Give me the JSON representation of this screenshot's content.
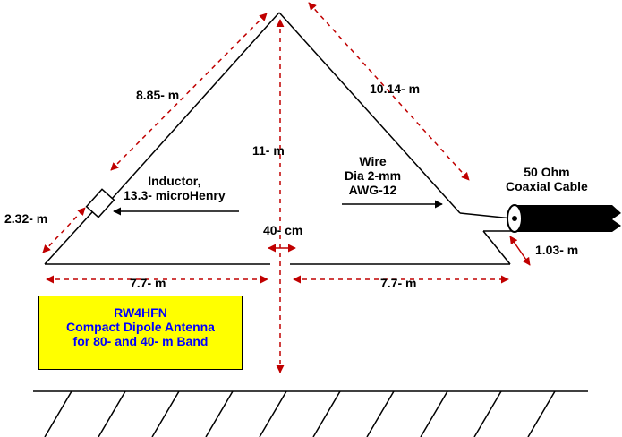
{
  "colors": {
    "wire": "#000000",
    "dimension": "#c00000",
    "title_box_fill": "#ffff00",
    "title_text": "#0000ff"
  },
  "labels": {
    "left_upper_wire": "8.85- m",
    "right_upper_wire": "10.14- m",
    "height": "11- m",
    "inductor_line1": "Inductor,",
    "inductor_line2": "13.3- microHenry",
    "wire_line1": "Wire",
    "wire_line2": "Dia 2-mm",
    "wire_line3": "AWG-12",
    "coax_line1": "50 Ohm",
    "coax_line2": "Coaxial Cable",
    "left_lower_wire": "2.32- m",
    "gap": "40- cm",
    "right_short_wire": "1.03- m",
    "left_base": "7.7- m",
    "right_base": "7.7- m"
  },
  "title": {
    "line1": "RW4HFN",
    "line2": "Compact Dipole Antenna",
    "line3": "for 80- and 40- m Band"
  }
}
